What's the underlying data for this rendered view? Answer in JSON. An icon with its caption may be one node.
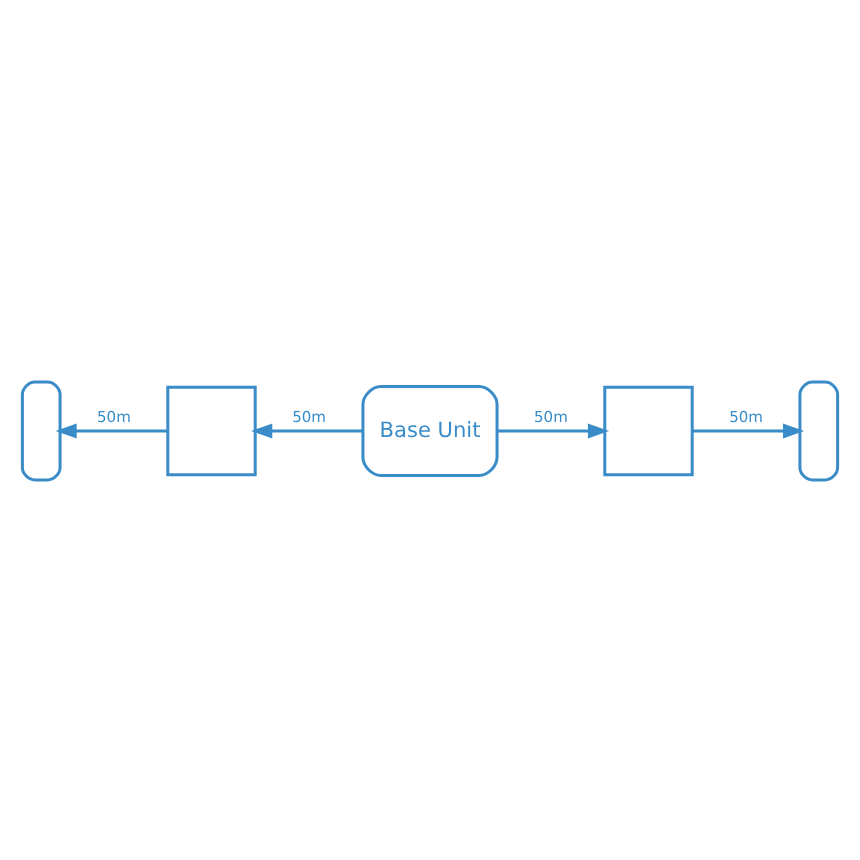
{
  "diagram": {
    "nodes": [
      {
        "text": [],
        "shape": "phone"
      },
      {
        "text": [],
        "shape": "box"
      },
      {
        "text": [
          "Base Unit"
        ]
      },
      {
        "text": [],
        "shape": "box"
      },
      {
        "text": [],
        "shape": "phone"
      }
    ],
    "edges": [
      {
        "from": 2,
        "to": 1,
        "arrow": "to",
        "label": "50m"
      },
      {
        "from": 1,
        "to": 0,
        "arrow": "to",
        "label": "50m"
      },
      {
        "from": 2,
        "to": 3,
        "arrow": "to",
        "label": "50m"
      },
      {
        "from": 3,
        "to": 4,
        "arrow": "to",
        "label": "50m"
      }
    ]
  }
}
